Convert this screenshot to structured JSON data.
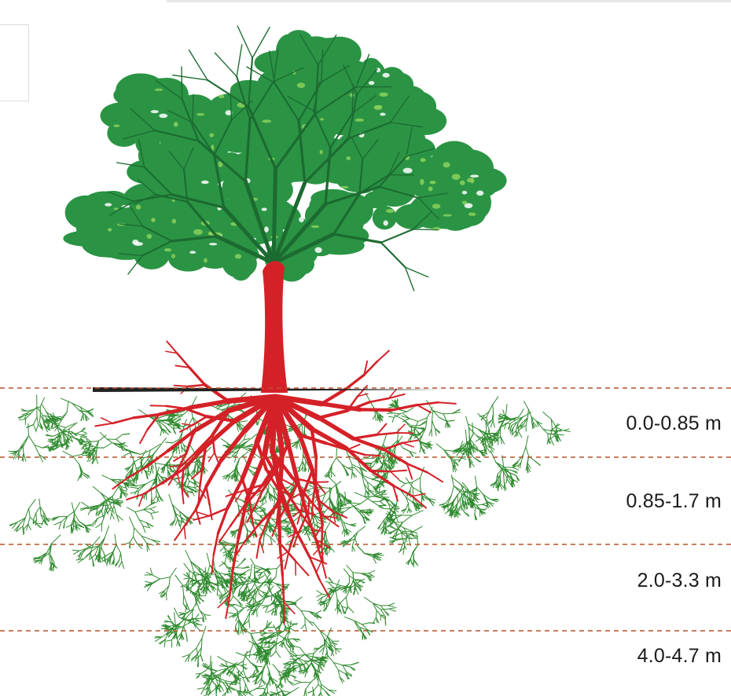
{
  "diagram": {
    "colors": {
      "canopy": "#2a9444",
      "canopy_dark": "#1c6b31",
      "highlight": "#8ad05a",
      "trunk": "#d42128",
      "fine_roots": "#2f8a2f",
      "divider": "#b5542a"
    },
    "depth_zones": [
      {
        "label": "0.0-0.85 m"
      },
      {
        "label": "0.85-1.7 m"
      },
      {
        "label": "2.0-3.3 m"
      },
      {
        "label": "4.0-4.7 m"
      }
    ]
  }
}
